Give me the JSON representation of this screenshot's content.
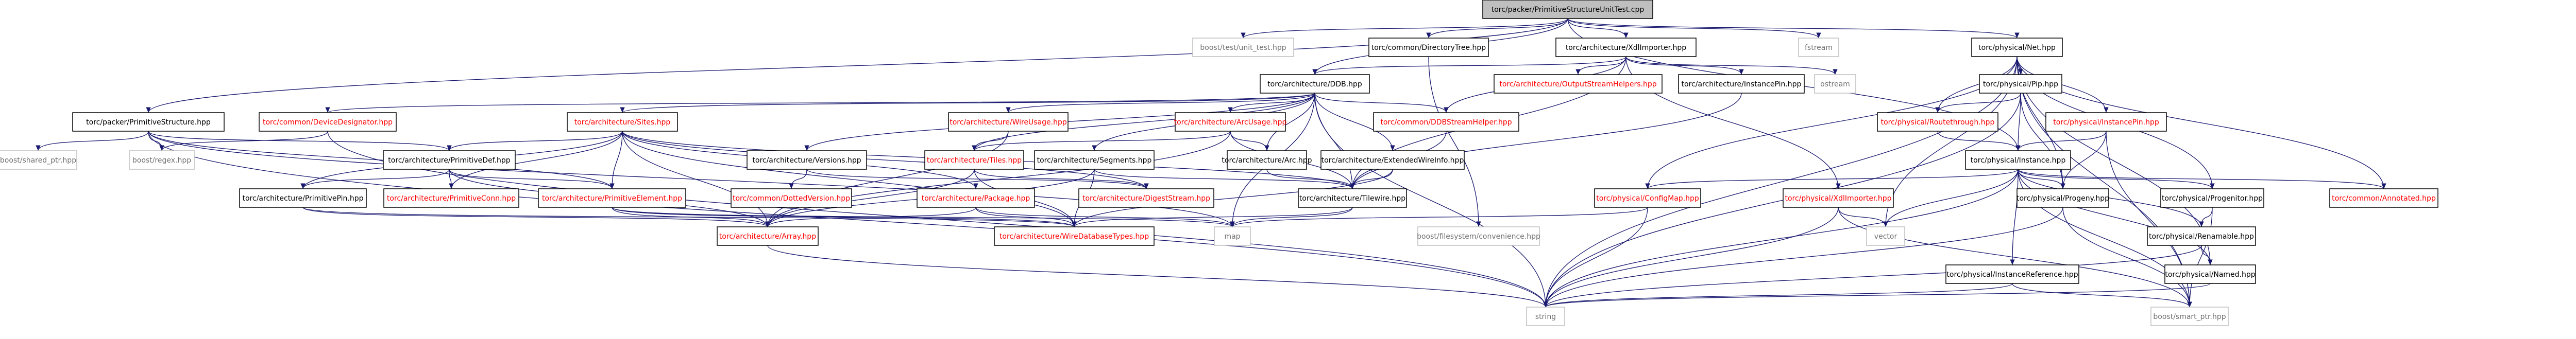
{
  "graph": {
    "colors": {
      "edge": "#191970",
      "node_border": "#000000",
      "root_fill": "#bfbfbf",
      "link_text": "#000000",
      "external_text": "#ff0000",
      "plain_text": "#707070"
    },
    "nodes": [
      {
        "id": "root",
        "label": "torc/packer/PrimitiveStructureUnitTest.cpp",
        "style": "root"
      },
      {
        "id": "boost_unit",
        "label": "boost/test/unit_test.hpp",
        "style": "plain"
      },
      {
        "id": "dirtree",
        "label": "torc/common/DirectoryTree.hpp",
        "style": "link"
      },
      {
        "id": "xdlimp",
        "label": "torc/architecture/XdlImporter.hpp",
        "style": "link"
      },
      {
        "id": "fstream",
        "label": "fstream",
        "style": "plain"
      },
      {
        "id": "physnet",
        "label": "torc/physical/Net.hpp",
        "style": "link"
      },
      {
        "id": "ddb",
        "label": "torc/architecture/DDB.hpp",
        "style": "link"
      },
      {
        "id": "outstream",
        "label": "torc/architecture/OutputStreamHelpers.hpp",
        "style": "external"
      },
      {
        "id": "instpin",
        "label": "torc/architecture/InstancePin.hpp",
        "style": "link"
      },
      {
        "id": "ostream",
        "label": "ostream",
        "style": "plain"
      },
      {
        "id": "physpip",
        "label": "torc/physical/Pip.hpp",
        "style": "link"
      },
      {
        "id": "primstruct",
        "label": "torc/packer/PrimitiveStructure.hpp",
        "style": "link"
      },
      {
        "id": "devdesig",
        "label": "torc/common/DeviceDesignator.hpp",
        "style": "external"
      },
      {
        "id": "sites",
        "label": "torc/architecture/Sites.hpp",
        "style": "external"
      },
      {
        "id": "wireusage",
        "label": "torc/architecture/WireUsage.hpp",
        "style": "external"
      },
      {
        "id": "arcusage",
        "label": "torc/architecture/ArcUsage.hpp",
        "style": "external"
      },
      {
        "id": "ddbstream",
        "label": "torc/common/DDBStreamHelper.hpp",
        "style": "external"
      },
      {
        "id": "routethru",
        "label": "torc/physical/Routethrough.hpp",
        "style": "external"
      },
      {
        "id": "physinstpin",
        "label": "torc/physical/InstancePin.hpp",
        "style": "external"
      },
      {
        "id": "sharedptr",
        "label": "boost/shared_ptr.hpp",
        "style": "plain"
      },
      {
        "id": "regex",
        "label": "boost/regex.hpp",
        "style": "plain"
      },
      {
        "id": "primdef",
        "label": "torc/architecture/PrimitiveDef.hpp",
        "style": "link"
      },
      {
        "id": "versions",
        "label": "torc/architecture/Versions.hpp",
        "style": "link"
      },
      {
        "id": "tiles",
        "label": "torc/architecture/Tiles.hpp",
        "style": "external"
      },
      {
        "id": "segments",
        "label": "torc/architecture/Segments.hpp",
        "style": "link"
      },
      {
        "id": "arc",
        "label": "torc/architecture/Arc.hpp",
        "style": "link"
      },
      {
        "id": "extwire",
        "label": "torc/architecture/ExtendedWireInfo.hpp",
        "style": "link"
      },
      {
        "id": "physinst",
        "label": "torc/physical/Instance.hpp",
        "style": "link"
      },
      {
        "id": "primpin",
        "label": "torc/architecture/PrimitivePin.hpp",
        "style": "link"
      },
      {
        "id": "primconn",
        "label": "torc/architecture/PrimitiveConn.hpp",
        "style": "external"
      },
      {
        "id": "primelem",
        "label": "torc/architecture/PrimitiveElement.hpp",
        "style": "external"
      },
      {
        "id": "dotted",
        "label": "torc/common/DottedVersion.hpp",
        "style": "external"
      },
      {
        "id": "package",
        "label": "torc/architecture/Package.hpp",
        "style": "external"
      },
      {
        "id": "digest",
        "label": "torc/architecture/DigestStream.hpp",
        "style": "external"
      },
      {
        "id": "tilewire",
        "label": "torc/architecture/Tilewire.hpp",
        "style": "link"
      },
      {
        "id": "configmap",
        "label": "torc/physical/ConfigMap.hpp",
        "style": "external"
      },
      {
        "id": "physxdl",
        "label": "torc/physical/XdlImporter.hpp",
        "style": "external"
      },
      {
        "id": "progeny",
        "label": "torc/physical/Progeny.hpp",
        "style": "link"
      },
      {
        "id": "progenitor",
        "label": "torc/physical/Progenitor.hpp",
        "style": "link"
      },
      {
        "id": "annotated",
        "label": "torc/common/Annotated.hpp",
        "style": "external"
      },
      {
        "id": "array",
        "label": "torc/architecture/Array.hpp",
        "style": "external"
      },
      {
        "id": "wiredb",
        "label": "torc/architecture/WireDatabaseTypes.hpp",
        "style": "external"
      },
      {
        "id": "map",
        "label": "map",
        "style": "plain"
      },
      {
        "id": "fsconv",
        "label": "boost/filesystem/convenience.hpp",
        "style": "plain"
      },
      {
        "id": "vector",
        "label": "vector",
        "style": "plain"
      },
      {
        "id": "renamable",
        "label": "torc/physical/Renamable.hpp",
        "style": "link"
      },
      {
        "id": "instref",
        "label": "torc/physical/InstanceReference.hpp",
        "style": "link"
      },
      {
        "id": "named",
        "label": "torc/physical/Named.hpp",
        "style": "link"
      },
      {
        "id": "string",
        "label": "string",
        "style": "plain"
      },
      {
        "id": "smartptr",
        "label": "boost/smart_ptr.hpp",
        "style": "plain"
      }
    ],
    "edges": [
      [
        "root",
        "boost_unit"
      ],
      [
        "root",
        "dirtree"
      ],
      [
        "root",
        "xdlimp"
      ],
      [
        "root",
        "fstream"
      ],
      [
        "root",
        "physnet"
      ],
      [
        "root",
        "primstruct"
      ],
      [
        "root",
        "ddb"
      ],
      [
        "root",
        "physinst"
      ],
      [
        "dirtree",
        "fsconv"
      ],
      [
        "xdlimp",
        "ddb"
      ],
      [
        "xdlimp",
        "outstream"
      ],
      [
        "xdlimp",
        "instpin"
      ],
      [
        "xdlimp",
        "ostream"
      ],
      [
        "xdlimp",
        "physxdl"
      ],
      [
        "xdlimp",
        "ddbstream"
      ],
      [
        "xdlimp",
        "tilewire"
      ],
      [
        "physnet",
        "physpip"
      ],
      [
        "physnet",
        "routethru"
      ],
      [
        "physnet",
        "physinstpin"
      ],
      [
        "physnet",
        "configmap"
      ],
      [
        "physnet",
        "progeny"
      ],
      [
        "physnet",
        "progenitor"
      ],
      [
        "physnet",
        "annotated"
      ],
      [
        "physnet",
        "named"
      ],
      [
        "physnet",
        "string"
      ],
      [
        "physnet",
        "vector"
      ],
      [
        "physnet",
        "smartptr"
      ],
      [
        "ddb",
        "devdesig"
      ],
      [
        "ddb",
        "sites"
      ],
      [
        "ddb",
        "wireusage"
      ],
      [
        "ddb",
        "arcusage"
      ],
      [
        "ddb",
        "ddbstream"
      ],
      [
        "ddb",
        "versions"
      ],
      [
        "ddb",
        "tiles"
      ],
      [
        "ddb",
        "segments"
      ],
      [
        "ddb",
        "arc"
      ],
      [
        "ddb",
        "extwire"
      ],
      [
        "ddb",
        "tilewire"
      ],
      [
        "ddb",
        "string"
      ],
      [
        "ddb",
        "map"
      ],
      [
        "instpin",
        "tilewire"
      ],
      [
        "physpip",
        "routethru"
      ],
      [
        "physpip",
        "physinst"
      ],
      [
        "physpip",
        "string"
      ],
      [
        "physpip",
        "progeny"
      ],
      [
        "routethru",
        "physinst"
      ],
      [
        "physinstpin",
        "physinst"
      ],
      [
        "physinstpin",
        "progeny"
      ],
      [
        "physinstpin",
        "smartptr"
      ],
      [
        "primstruct",
        "sharedptr"
      ],
      [
        "primstruct",
        "regex"
      ],
      [
        "primstruct",
        "primdef"
      ],
      [
        "primstruct",
        "primelem"
      ],
      [
        "primstruct",
        "string"
      ],
      [
        "primstruct",
        "map"
      ],
      [
        "devdesig",
        "regex"
      ],
      [
        "devdesig",
        "string"
      ],
      [
        "sites",
        "primdef"
      ],
      [
        "sites",
        "primpin"
      ],
      [
        "sites",
        "primconn"
      ],
      [
        "sites",
        "primelem"
      ],
      [
        "sites",
        "package"
      ],
      [
        "sites",
        "array"
      ],
      [
        "sites",
        "wiredb"
      ],
      [
        "sites",
        "digest"
      ],
      [
        "sites",
        "tilewire"
      ],
      [
        "wireusage",
        "tiles"
      ],
      [
        "wireusage",
        "array"
      ],
      [
        "arcusage",
        "tiles"
      ],
      [
        "arcusage",
        "arc"
      ],
      [
        "arcusage",
        "tilewire"
      ],
      [
        "arcusage",
        "array"
      ],
      [
        "ddbstream",
        "tilewire"
      ],
      [
        "primdef",
        "primpin"
      ],
      [
        "primdef",
        "primconn"
      ],
      [
        "primdef",
        "primelem"
      ],
      [
        "primdef",
        "array"
      ],
      [
        "versions",
        "dotted"
      ],
      [
        "versions",
        "digest"
      ],
      [
        "tiles",
        "array"
      ],
      [
        "tiles",
        "wiredb"
      ],
      [
        "tiles",
        "digest"
      ],
      [
        "segments",
        "array"
      ],
      [
        "segments",
        "wiredb"
      ],
      [
        "segments",
        "tilewire"
      ],
      [
        "arc",
        "tilewire"
      ],
      [
        "extwire",
        "tilewire"
      ],
      [
        "extwire",
        "wiredb"
      ],
      [
        "physinst",
        "configmap"
      ],
      [
        "physinst",
        "progeny"
      ],
      [
        "physinst",
        "progenitor"
      ],
      [
        "physinst",
        "annotated"
      ],
      [
        "physinst",
        "renamable"
      ],
      [
        "physinst",
        "instref"
      ],
      [
        "physinst",
        "named"
      ],
      [
        "physinst",
        "string"
      ],
      [
        "physinst",
        "vector"
      ],
      [
        "physinst",
        "smartptr"
      ],
      [
        "primpin",
        "array"
      ],
      [
        "primpin",
        "wiredb"
      ],
      [
        "primelem",
        "array"
      ],
      [
        "primelem",
        "map"
      ],
      [
        "primelem",
        "wiredb"
      ],
      [
        "package",
        "array"
      ],
      [
        "package",
        "map"
      ],
      [
        "package",
        "wiredb"
      ],
      [
        "tilewire",
        "wiredb"
      ],
      [
        "tilewire",
        "map"
      ],
      [
        "configmap",
        "map"
      ],
      [
        "configmap",
        "string"
      ],
      [
        "physxdl",
        "string"
      ],
      [
        "physxdl",
        "vector"
      ],
      [
        "physxdl",
        "smartptr"
      ],
      [
        "progeny",
        "string"
      ],
      [
        "progeny",
        "smartptr"
      ],
      [
        "progenitor",
        "renamable"
      ],
      [
        "progenitor",
        "smartptr"
      ],
      [
        "renamable",
        "named"
      ],
      [
        "renamable",
        "string"
      ],
      [
        "instref",
        "string"
      ],
      [
        "instref",
        "smartptr"
      ],
      [
        "named",
        "string"
      ],
      [
        "array",
        "string"
      ]
    ]
  }
}
